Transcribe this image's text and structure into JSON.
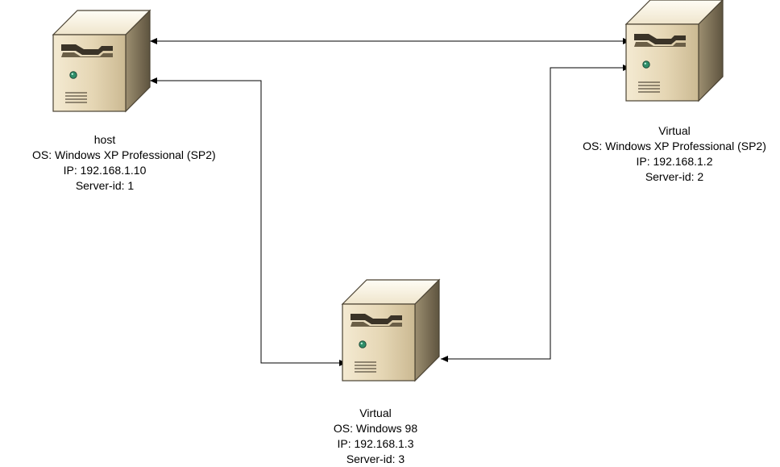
{
  "colors": {
    "connector": "#000000",
    "server_front": "#e9dcbf",
    "server_top": "#fbf7ea",
    "server_side": "#8a7d62",
    "server_shadow": "#4a4232",
    "power_led": "#2f8f6a"
  },
  "nodes": [
    {
      "icon": "server-tower",
      "name": "host",
      "os": "OS: Windows XP Professional (SP2)",
      "ip": "IP: 192.168.1.10",
      "server_id": "Server-id: 1"
    },
    {
      "icon": "server-tower",
      "name": "Virtual",
      "os": "OS: Windows XP Professional (SP2)",
      "ip": "IP: 192.168.1.2",
      "server_id": "Server-id: 2"
    },
    {
      "icon": "server-tower",
      "name": "Virtual",
      "os": "OS: Windows 98",
      "ip": "IP: 192.168.1.3",
      "server_id": "Server-id: 3"
    }
  ],
  "connections": [
    {
      "from": "host",
      "to": "virtual-2",
      "style": "bidirectional-arrow"
    },
    {
      "from": "host",
      "to": "virtual-3",
      "style": "bidirectional-arrow"
    },
    {
      "from": "virtual-2",
      "to": "virtual-3",
      "style": "bidirectional-arrow"
    }
  ]
}
